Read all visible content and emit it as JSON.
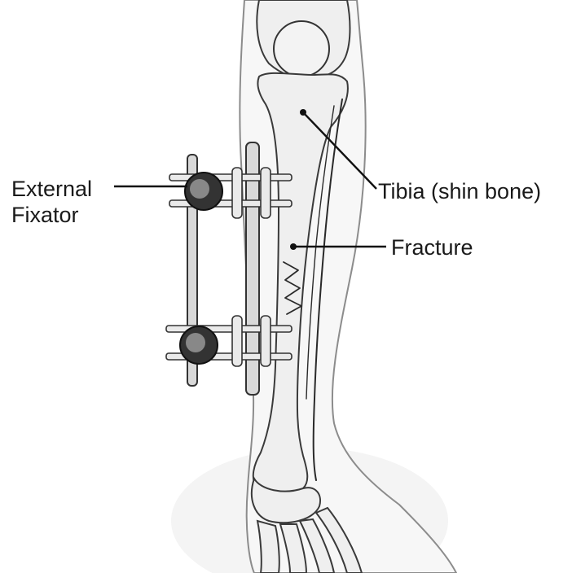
{
  "labels": {
    "fixator_line1": "External",
    "fixator_line2": "Fixator",
    "tibia": "Tibia (shin bone)",
    "fracture": "Fracture"
  }
}
